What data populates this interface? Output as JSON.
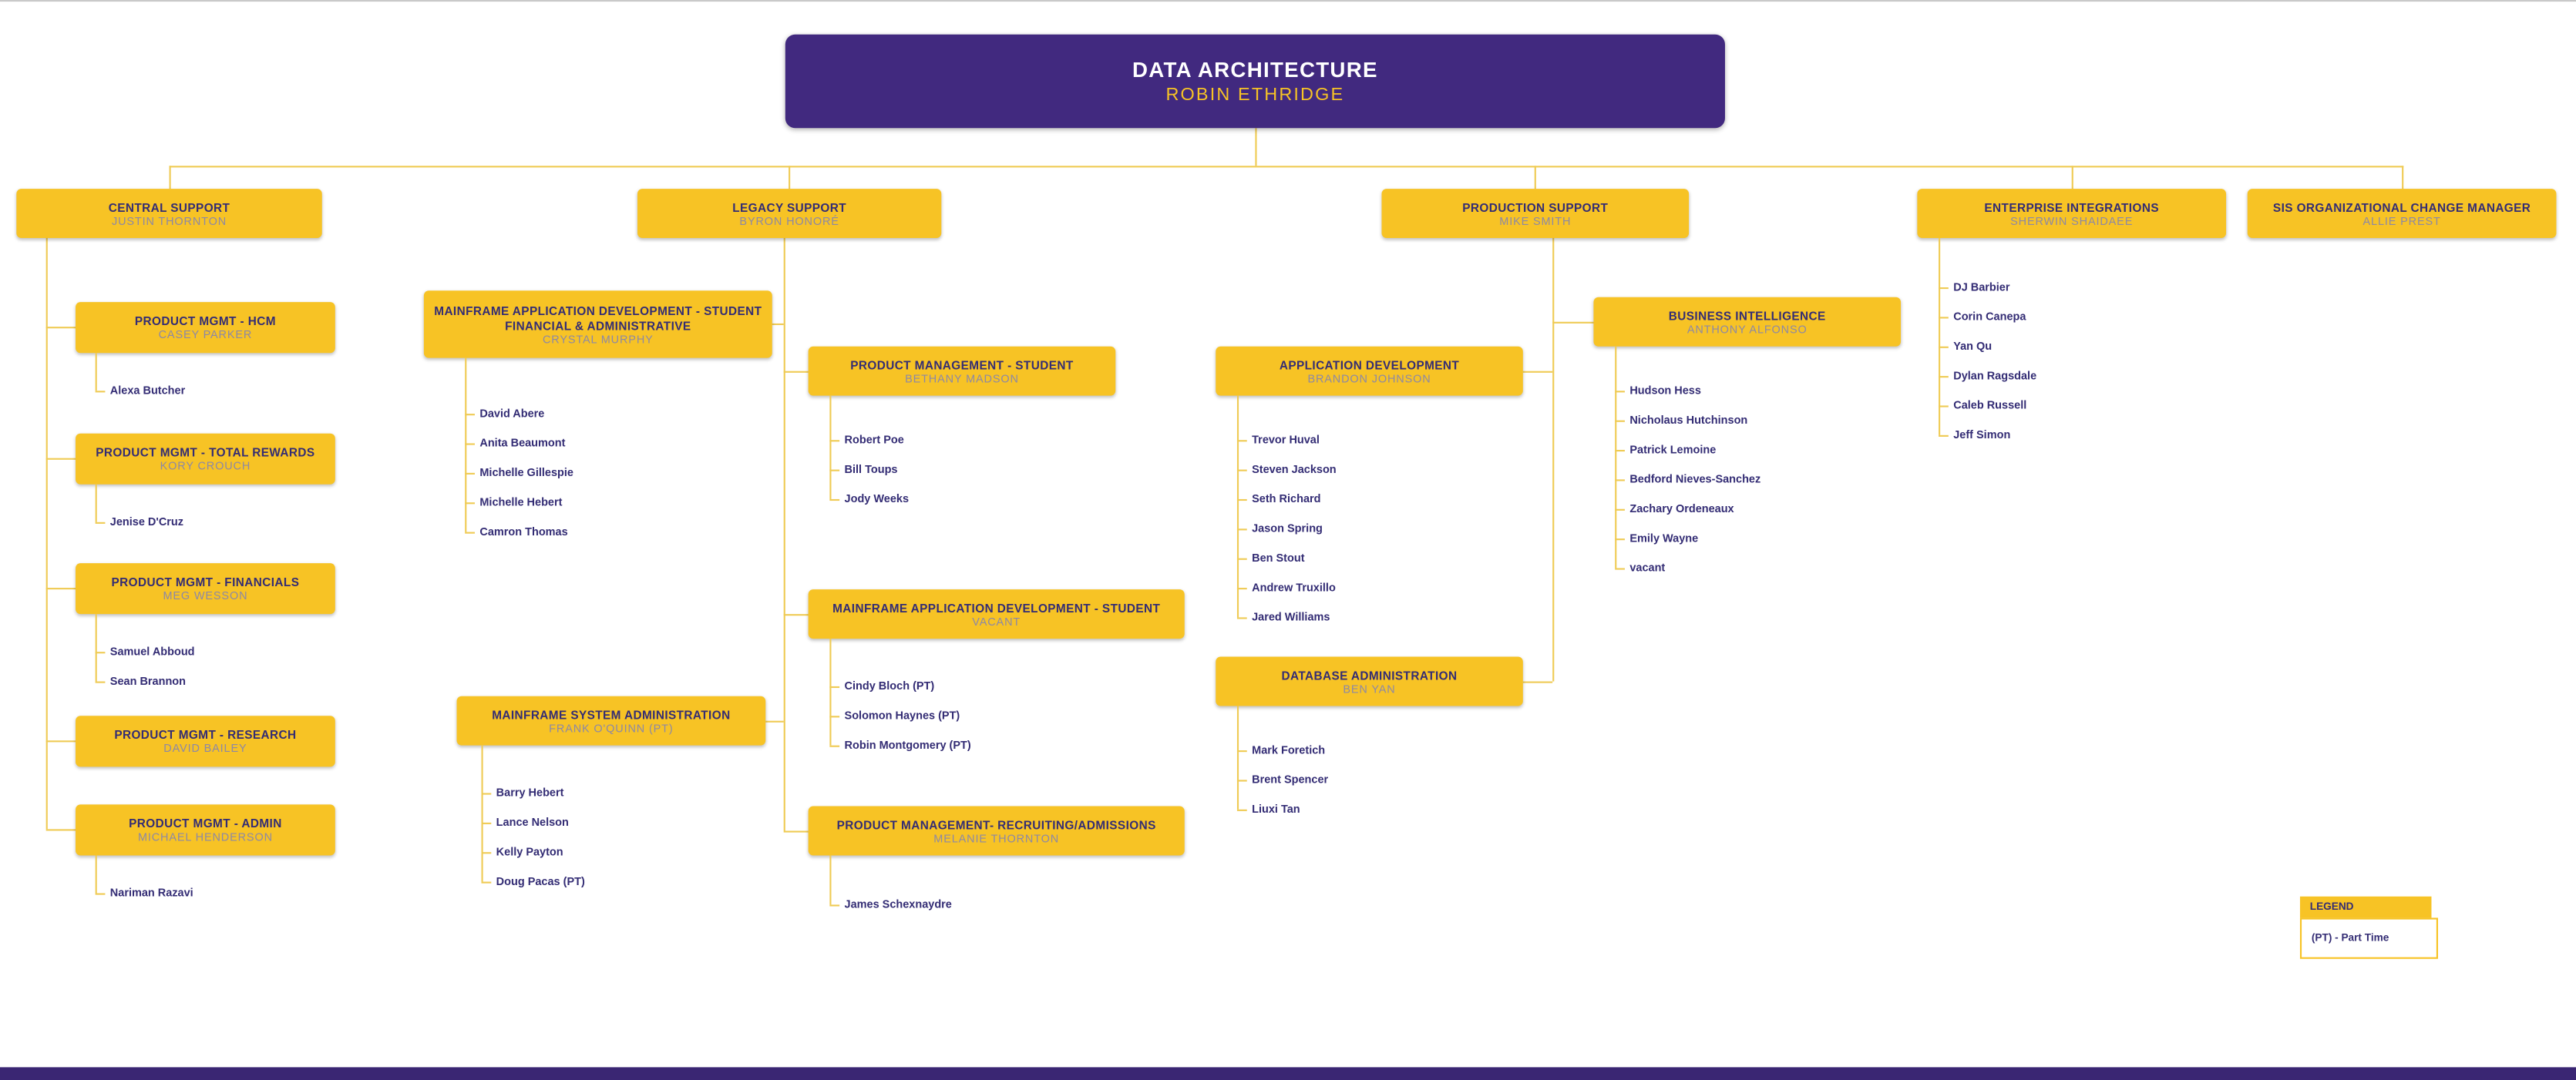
{
  "root": {
    "title": "DATA ARCHITECTURE",
    "name": "ROBIN ETHRIDGE"
  },
  "branches": [
    {
      "title": "CENTRAL SUPPORT",
      "name": "JUSTIN THORNTON",
      "teams": [
        {
          "title": "PRODUCT MGMT - HCM",
          "name": "CASEY PARKER",
          "members": [
            "Alexa Butcher"
          ]
        },
        {
          "title": "PRODUCT MGMT - TOTAL REWARDS",
          "name": "KORY CROUCH",
          "members": [
            "Jenise D'Cruz"
          ]
        },
        {
          "title": "PRODUCT MGMT - FINANCIALS",
          "name": "MEG WESSON",
          "members": [
            "Samuel Abboud",
            "Sean Brannon"
          ]
        },
        {
          "title": "PRODUCT MGMT - RESEARCH",
          "name": "DAVID BAILEY",
          "members": []
        },
        {
          "title": "PRODUCT MGMT - ADMIN",
          "name": "MICHAEL HENDERSON",
          "members": [
            "Nariman Razavi"
          ]
        }
      ]
    },
    {
      "title": "LEGACY SUPPORT",
      "name": "BYRON HONORÉ",
      "teams": [
        {
          "title": "MAINFRAME APPLICATION DEVELOPMENT - STUDENT FINANCIAL & ADMINISTRATIVE",
          "name": "CRYSTAL MURPHY",
          "members": [
            "David Abere",
            "Anita Beaumont",
            "Michelle Gillespie",
            "Michelle Hebert",
            "Camron Thomas"
          ]
        },
        {
          "title": "PRODUCT MANAGEMENT - STUDENT",
          "name": "BETHANY MADSON",
          "members": [
            "Robert Poe",
            "Bill Toups",
            "Jody Weeks"
          ]
        },
        {
          "title": "MAINFRAME SYSTEM ADMINISTRATION",
          "name": "FRANK O'QUINN (PT)",
          "members": [
            "Barry Hebert",
            "Lance Nelson",
            "Kelly Payton",
            "Doug Pacas (PT)"
          ]
        },
        {
          "title": "MAINFRAME APPLICATION DEVELOPMENT - STUDENT",
          "name": "VACANT",
          "members": [
            "Cindy Bloch (PT)",
            "Solomon Haynes (PT)",
            "Robin Montgomery (PT)"
          ]
        },
        {
          "title": "PRODUCT MANAGEMENT- RECRUITING/ADMISSIONS",
          "name": "MELANIE THORNTON",
          "members": [
            "James Schexnaydre"
          ]
        }
      ]
    },
    {
      "title": "PRODUCTION SUPPORT",
      "name": "MIKE SMITH",
      "teams": [
        {
          "title": "APPLICATION DEVELOPMENT",
          "name": "BRANDON JOHNSON",
          "members": [
            "Trevor Huval",
            "Steven Jackson",
            "Seth Richard",
            "Jason Spring",
            "Ben Stout",
            "Andrew Truxillo",
            "Jared Williams"
          ]
        },
        {
          "title": "BUSINESS INTELLIGENCE",
          "name": "ANTHONY ALFONSO",
          "members": [
            "Hudson Hess",
            "Nicholaus Hutchinson",
            "Patrick Lemoine",
            "Bedford Nieves-Sanchez",
            "Zachary Ordeneaux",
            "Emily Wayne",
            "vacant"
          ]
        },
        {
          "title": "DATABASE ADMINISTRATION",
          "name": "BEN YAN",
          "members": [
            "Mark Foretich",
            "Brent Spencer",
            "Liuxi Tan"
          ]
        }
      ]
    },
    {
      "title": "ENTERPRISE INTEGRATIONS",
      "name": "SHERWIN SHAIDAEE",
      "members": [
        "DJ Barbier",
        "Corin Canepa",
        "Yan Qu",
        "Dylan Ragsdale",
        "Caleb Russell",
        "Jeff Simon"
      ]
    },
    {
      "title": "SIS ORGANIZATIONAL CHANGE MANAGER",
      "name": "ALLIE PREST"
    }
  ],
  "legend": {
    "title": "LEGEND",
    "entries": [
      "(PT) - Part Time"
    ]
  },
  "colors": {
    "purple": "#41297F",
    "gold": "#F7C325",
    "line": "#EFCB55",
    "ink": "#332C74"
  }
}
